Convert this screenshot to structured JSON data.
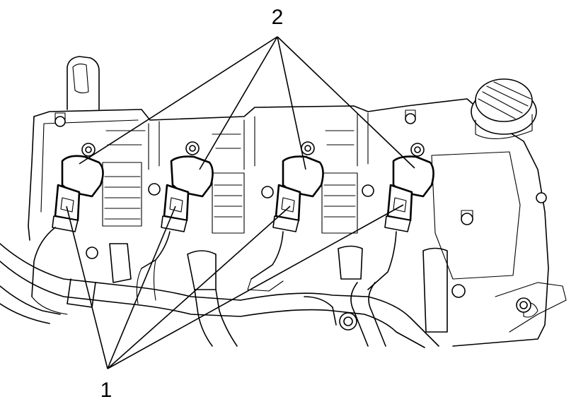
{
  "diagram": {
    "callouts": [
      {
        "id": "callout-1",
        "text": "1",
        "meaning": ""
      },
      {
        "id": "callout-2",
        "text": "2",
        "meaning": ""
      }
    ],
    "components": [
      "ignition-coil-1",
      "ignition-coil-2",
      "ignition-coil-3",
      "ignition-coil-4",
      "coil-connector-1",
      "coil-connector-2",
      "coil-connector-3",
      "coil-connector-4",
      "oil-filler-cap",
      "cylinder-head-cover",
      "wire-harness"
    ]
  }
}
